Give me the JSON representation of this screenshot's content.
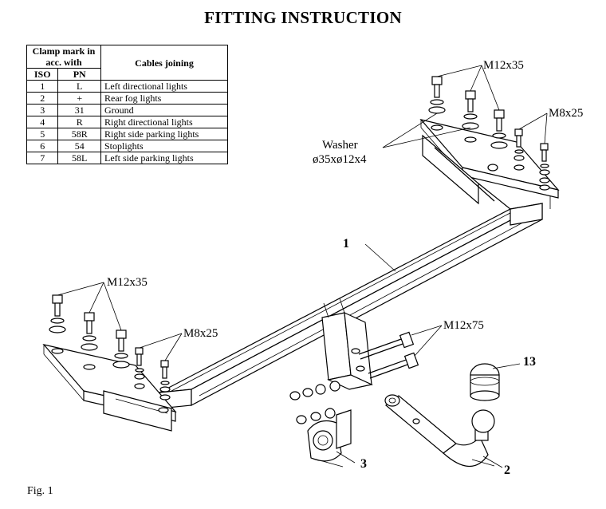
{
  "title": "FITTING INSTRUCTION",
  "table": {
    "header_clamp": "Clamp mark in acc. with",
    "header_cables": "Cables joining",
    "header_iso": "ISO",
    "header_pn": "PN",
    "rows": [
      {
        "iso": "1",
        "pn": "L",
        "desc": "Left directional lights"
      },
      {
        "iso": "2",
        "pn": "+",
        "desc": "Rear fog lights"
      },
      {
        "iso": "3",
        "pn": "31",
        "desc": "Ground"
      },
      {
        "iso": "4",
        "pn": "R",
        "desc": "Right directional lights"
      },
      {
        "iso": "5",
        "pn": "58R",
        "desc": "Right side parking lights"
      },
      {
        "iso": "6",
        "pn": "54",
        "desc": "Stoplights"
      },
      {
        "iso": "7",
        "pn": "58L",
        "desc": "Left side parking lights"
      }
    ]
  },
  "labels": {
    "bolt_m12x35_right": "M12x35",
    "bolt_m8x25_right": "M8x25",
    "washer_line1": "Washer",
    "washer_line2": "ø35xø12x4",
    "part_1": "1",
    "bolt_m12x35_left": "M12x35",
    "bolt_m8x25_left": "M8x25",
    "bolt_m12x75": "M12x75",
    "part_13": "13",
    "part_3": "3",
    "part_2": "2"
  },
  "figure_label": "Fig. 1"
}
